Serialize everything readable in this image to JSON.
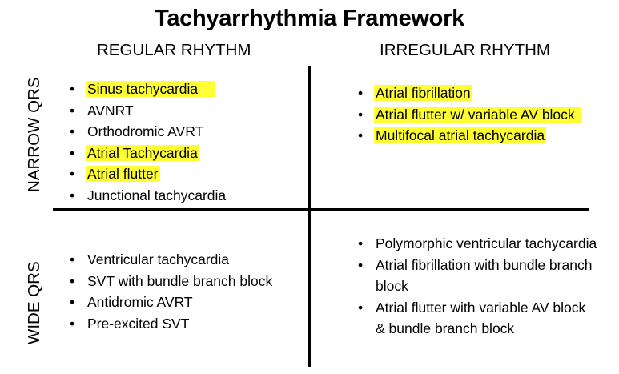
{
  "title": "Tachyarrhythmia Framework",
  "columns": {
    "regular": "REGULAR RHYTHM",
    "irregular": "IRREGULAR RHYTHM"
  },
  "rows": {
    "narrow": "NARROW QRS",
    "wide": "WIDE QRS"
  },
  "highlight_color": "#ffff33",
  "quadrants": {
    "narrow_regular": [
      {
        "text": "Sinus tachycardia",
        "highlighted": true
      },
      {
        "text": "AVNRT",
        "highlighted": false
      },
      {
        "text": "Orthodromic AVRT",
        "highlighted": false
      },
      {
        "text": "Atrial Tachycardia",
        "highlighted": true
      },
      {
        "text": "Atrial flutter",
        "highlighted": true
      },
      {
        "text": "Junctional tachycardia",
        "highlighted": false
      }
    ],
    "narrow_irregular": [
      {
        "text": "Atrial fibrillation",
        "highlighted": true
      },
      {
        "text": "Atrial flutter w/ variable AV block",
        "highlighted": true
      },
      {
        "text": "Multifocal atrial tachycardia",
        "highlighted": true
      }
    ],
    "wide_regular": [
      {
        "text": "Ventricular tachycardia",
        "highlighted": false
      },
      {
        "text": "SVT with bundle branch block",
        "highlighted": false
      },
      {
        "text": "Antidromic AVRT",
        "highlighted": false
      },
      {
        "text": "Pre-excited SVT",
        "highlighted": false
      }
    ],
    "wide_irregular": [
      {
        "text": "Polymorphic ventricular tachycardia",
        "highlighted": false
      },
      {
        "text": "Atrial fibrillation with bundle branch block",
        "highlighted": false
      },
      {
        "text": "Atrial flutter with variable AV block & bundle branch block",
        "highlighted": false
      }
    ]
  }
}
